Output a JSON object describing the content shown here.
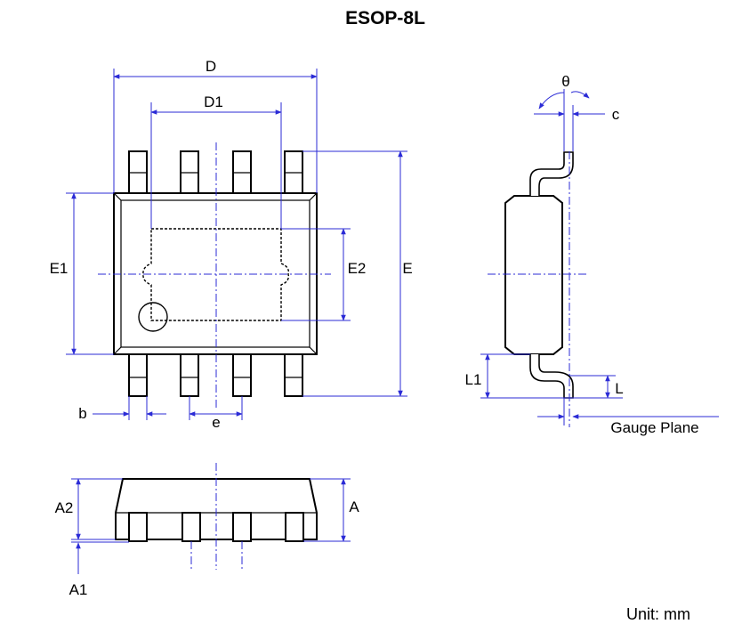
{
  "title": "ESOP-8L",
  "labels": {
    "D": "D",
    "D1": "D1",
    "E": "E",
    "E1": "E1",
    "E2": "E2",
    "b": "b",
    "e": "e",
    "theta": "θ",
    "c": "c",
    "L": "L",
    "L1": "L1",
    "gauge_plane": "Gauge Plane",
    "A": "A",
    "A1": "A1",
    "A2": "A2"
  },
  "footer": {
    "unit": "Unit: mm"
  },
  "colors": {
    "dimension": "#2b2bd6",
    "outline": "#000000"
  }
}
